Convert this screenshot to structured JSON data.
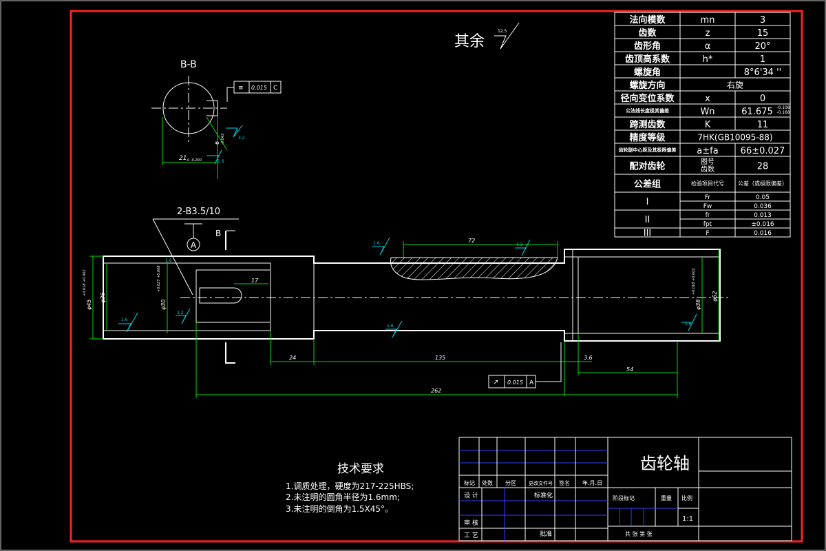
{
  "surface_finish": {
    "text": "其余",
    "value": "12.5"
  },
  "section": {
    "label": "B-B",
    "tolerance_value": "0.015",
    "tolerance_datum": "C",
    "dim_width": "21",
    "dim_width_tol": "0\n-0.200",
    "dim_depth": "6",
    "dim_depth_tol": "-0.043",
    "roughness_1": "3.2",
    "roughness_2": "1.6"
  },
  "center_hole": "2-B3.5/10",
  "datum_a": "A",
  "section_mark": "B",
  "dims": {
    "d45": "φ45",
    "d45_tol": "+0.018\n+0.002",
    "d36": "φ36",
    "d30": "φ30",
    "d30_tol": "+0.027\n+0.008",
    "d38": "φ38",
    "d38_tol": "+0.018\n+0.002",
    "d52": "φ52",
    "keyway": "17",
    "teeth": "72",
    "len24": "24",
    "len135": "135",
    "len36": "3.6",
    "len54": "54",
    "len262": "262",
    "runout_value": "0.015",
    "runout_datum": "A",
    "rough_a": "1.6",
    "rough_b": "3.2",
    "rough_c": "1.6",
    "rough_d": "1.6",
    "rough_e": "3.2",
    "rough_f": "1.6",
    "rough_g": "1.6"
  },
  "param_table": {
    "rows": [
      {
        "name": "法向模数",
        "symbol": "mn",
        "value": "3"
      },
      {
        "name": "齿数",
        "symbol": "z",
        "value": "15"
      },
      {
        "name": "齿形角",
        "symbol": "α",
        "value": "20°"
      },
      {
        "name": "齿顶高系数",
        "symbol": "h*",
        "value": "1"
      },
      {
        "name": "螺旋角",
        "symbol": "",
        "value": "8°6'34 ''"
      },
      {
        "name": "螺旋方向",
        "symbol": "",
        "value": "右旋"
      },
      {
        "name": "径向变位系数",
        "symbol": "x",
        "value": "0"
      },
      {
        "name": "公法线长度极其偏差",
        "symbol": "Wn",
        "value": "61.675",
        "value_tol": "-0.108\n-0.168"
      },
      {
        "name": "跨测齿数",
        "symbol": "K",
        "value": "11"
      },
      {
        "name": "精度等级",
        "symbol": "",
        "value": "7HK(GB10095-88)"
      },
      {
        "name": "齿轮副中心距及其极限偏差",
        "symbol": "a±fa",
        "value": "66±0.027"
      },
      {
        "name": "配对齿轮",
        "symbol": "图号\n齿数",
        "value": "28"
      },
      {
        "name": "公差组",
        "symbol": "检验项目代号",
        "value": "公差（或极限偏差）"
      }
    ],
    "groups": [
      {
        "group": "I",
        "items": [
          {
            "code": "Fr",
            "value": "0.05"
          },
          {
            "code": "Fw",
            "value": "0.036"
          }
        ]
      },
      {
        "group": "II",
        "items": [
          {
            "code": "fr",
            "value": "0.013"
          },
          {
            "code": "fpt",
            "value": "±0.016"
          }
        ]
      },
      {
        "group": "III",
        "items": [
          {
            "code": "F",
            "value": "0.016"
          }
        ]
      }
    ]
  },
  "requirements": {
    "title": "技术要求",
    "items": [
      "1.调质处理，硬度为217-225HBS;",
      "2.未注明的圆角半径为1.6mm;",
      "3.未注明的倒角为1.5X45°。"
    ]
  },
  "title_block": {
    "part_name": "齿轮轴",
    "revision_headers": [
      "标记",
      "处数",
      "分区",
      "更改文件号",
      "签名",
      "年.月.日"
    ],
    "design": "设 计",
    "standardize": "标准化",
    "review": "审 核",
    "process": "工 艺",
    "approve": "批准",
    "stage": "阶段标记",
    "weight": "重量",
    "scale_label": "比例",
    "scale": "1:1",
    "sheets": "共  张  第  张"
  },
  "colors": {
    "frame": "#ff2020",
    "hatch": "#ffffff",
    "dimension": "#00e000",
    "table": "#3040ff",
    "symbol": "#00d8e8"
  }
}
